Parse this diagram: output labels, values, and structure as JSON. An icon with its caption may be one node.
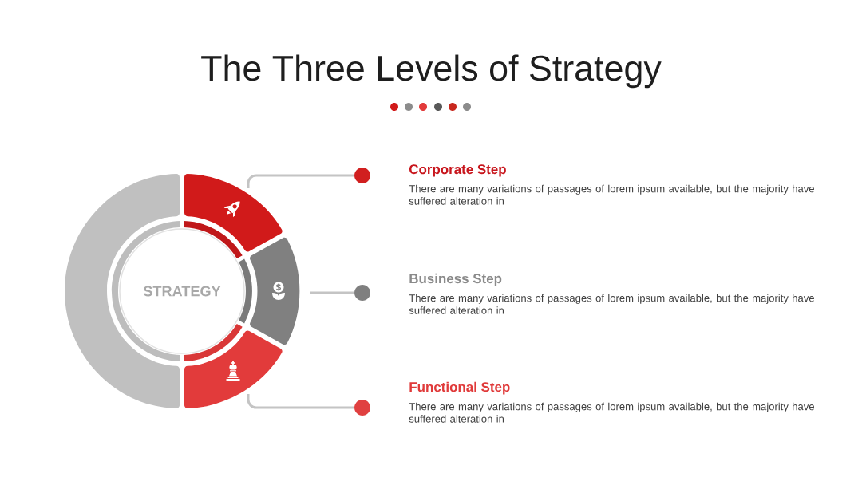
{
  "diagram": {
    "title": "The Three Levels of Strategy",
    "nodes": [
      {
        "text": [],
        "shape": "arc"
      },
      {
        "text": [
          "STRATEGY"
        ]
      },
      {
        "text": [],
        "shape": "arc"
      },
      {
        "text": [],
        "shape": "circle",
        "beside": [
          "Corporate Step",
          "There are many variations of passages of lorem ipsum available, but the majority have suffered alteration in"
        ]
      },
      {
        "text": [],
        "shape": "arc"
      },
      {
        "text": [],
        "shape": "circle",
        "beside": [
          "Business Step",
          "There are many variations of passages of lorem ipsum available, but the majority have suffered alteration in"
        ]
      },
      {
        "text": [],
        "shape": "arc"
      },
      {
        "text": [],
        "shape": "circle",
        "beside": [
          "Functional Step",
          "There are many variations of passages of lorem ipsum available, but the majority have suffered alteration in"
        ]
      }
    ],
    "edges": [
      {
        "from": 2,
        "to": 3,
        "arrow": "none"
      },
      {
        "from": 4,
        "to": 5,
        "arrow": "none"
      },
      {
        "from": 6,
        "to": 7,
        "arrow": "none"
      }
    ]
  }
}
